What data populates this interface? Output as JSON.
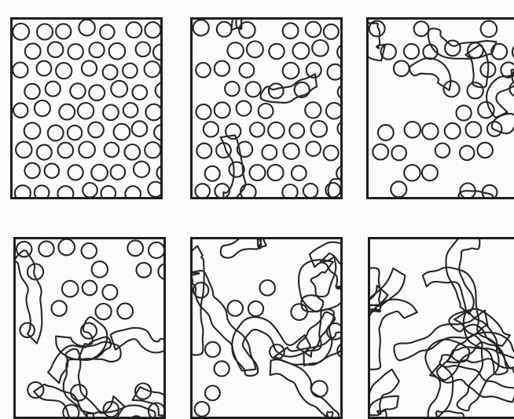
{
  "figure": {
    "panels": [
      {
        "id": "p0",
        "stage": 1,
        "coalesced_fraction": 0.0
      },
      {
        "id": "p1",
        "stage": 2,
        "coalesced_fraction": 0.3
      },
      {
        "id": "p2",
        "stage": 3,
        "coalesced_fraction": 0.5
      },
      {
        "id": "p3",
        "stage": 4,
        "coalesced_fraction": 0.65
      },
      {
        "id": "p4",
        "stage": 5,
        "coalesced_fraction": 0.8
      },
      {
        "id": "p5",
        "stage": 6,
        "coalesced_fraction": 1.0
      }
    ],
    "colors": {
      "ink": "#262626",
      "frame": "#1e1e1e",
      "paper": "#fbfbf9"
    }
  }
}
